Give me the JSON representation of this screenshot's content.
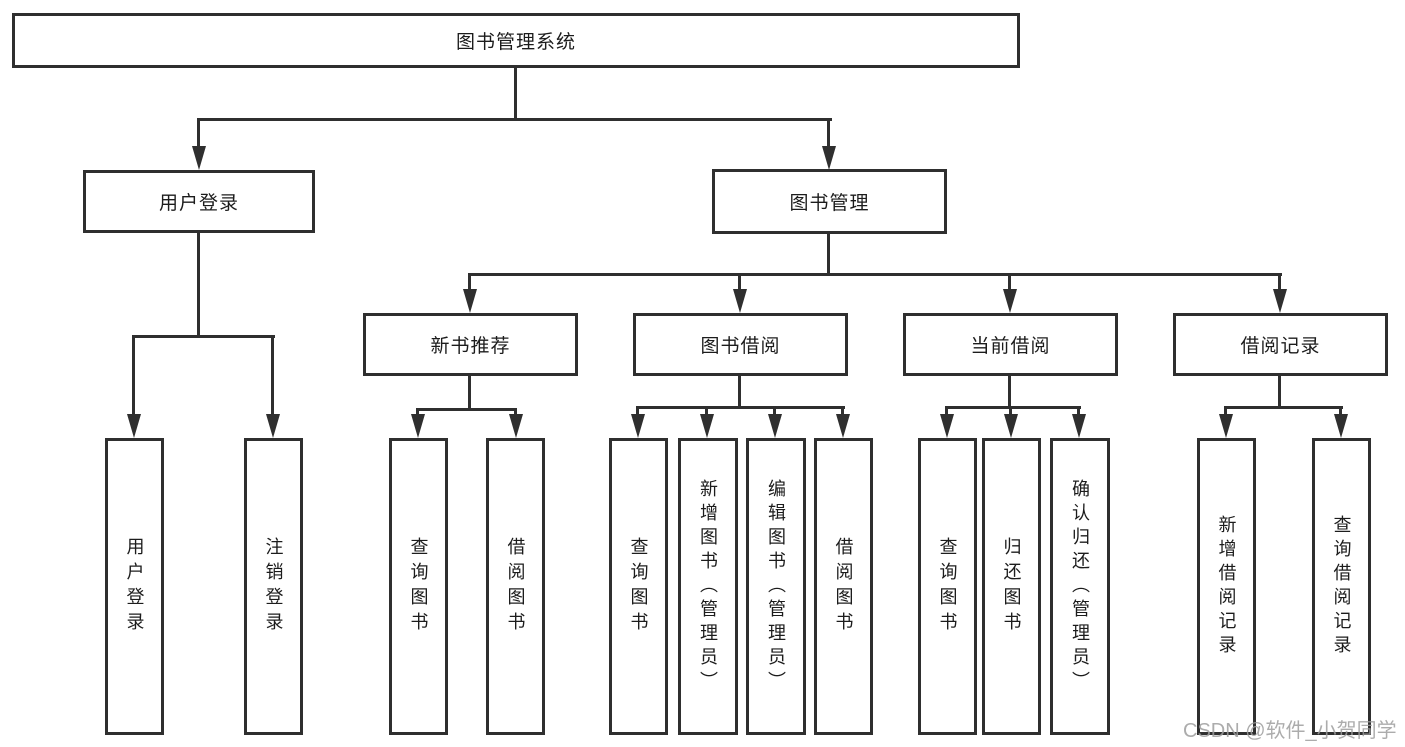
{
  "diagram": {
    "root": {
      "label": "图书管理系统"
    },
    "level2": [
      {
        "label": "用户登录"
      },
      {
        "label": "图书管理"
      }
    ],
    "level3": [
      {
        "label": "新书推荐"
      },
      {
        "label": "图书借阅"
      },
      {
        "label": "当前借阅"
      },
      {
        "label": "借阅记录"
      }
    ],
    "leaves": {
      "user_login": [
        {
          "label": "用户登录"
        },
        {
          "label": "注销登录"
        }
      ],
      "new_book": [
        {
          "label": "查询图书"
        },
        {
          "label": "借阅图书"
        }
      ],
      "book_borrow": [
        {
          "label": "查询图书"
        },
        {
          "label": "新增图书（管理员）"
        },
        {
          "label": "编辑图书（管理员）"
        },
        {
          "label": "借阅图书"
        }
      ],
      "current_borrow": [
        {
          "label": "查询图书"
        },
        {
          "label": "归还图书"
        },
        {
          "label": "确认归还（管理员）"
        }
      ],
      "borrow_record": [
        {
          "label": "新增借阅记录"
        },
        {
          "label": "查询借阅记录"
        }
      ]
    }
  },
  "watermark": {
    "text": "CSDN @软件_小贺同学"
  },
  "colors": {
    "line": "#2f2f2f",
    "text": "#1c1c1c",
    "watermark": "#9e9e9e",
    "background": "#ffffff"
  }
}
